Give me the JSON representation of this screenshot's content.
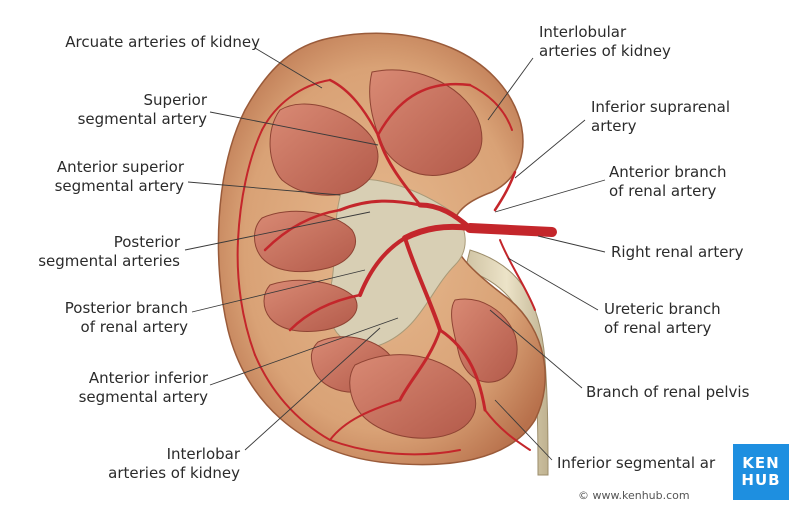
{
  "labels": {
    "arcuate": [
      "Arcuate arteries of kidney"
    ],
    "interlobular": [
      "Interlobular",
      "arteries of kidney"
    ],
    "superior_segmental": [
      "Superior",
      "segmental artery"
    ],
    "inferior_suprarenal": [
      "Inferior suprarenal",
      "artery"
    ],
    "anterior_superior": [
      "Anterior superior",
      "segmental artery"
    ],
    "anterior_branch": [
      "Anterior branch",
      "of renal artery"
    ],
    "posterior_segmental": [
      "Posterior",
      "segmental arteries"
    ],
    "right_renal": [
      "Right renal artery"
    ],
    "posterior_branch": [
      "Posterior branch",
      "of renal artery"
    ],
    "ureteric_branch": [
      "Ureteric branch",
      "of renal artery"
    ],
    "anterior_inferior": [
      "Anterior inferior",
      "segmental artery"
    ],
    "renal_pelvis": [
      "Branch of renal pelvis"
    ],
    "interlobar": [
      "Interlobar",
      "arteries of kidney"
    ],
    "inferior_segmental": [
      "Inferior segmental ar"
    ]
  },
  "logo": {
    "line1": "KEN",
    "line2": "HUB"
  },
  "credit": "© www.kenhub.com",
  "colors": {
    "cortex": "#d9a276",
    "cortex_dark": "#b8714c",
    "pyramid": "#c9725e",
    "sinus": "#d8cfb4",
    "artery": "#c4262b",
    "leader": "#3a3a3a",
    "brand": "#1e8fe0"
  }
}
